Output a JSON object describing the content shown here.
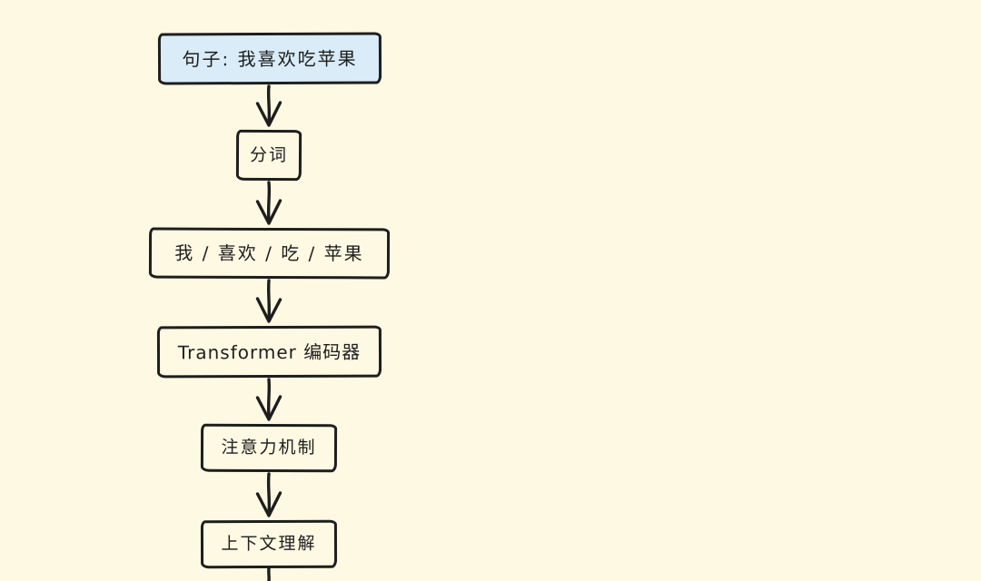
{
  "diagram": {
    "type": "flowchart",
    "style": "hand-drawn",
    "background_color": "#FDF9E3",
    "stroke_color": "#1E1E1E",
    "text_color": "#1E1E1E",
    "highlight_fill_color": "#D9ECF8",
    "nodes": [
      {
        "id": "sentence-input",
        "label": "句子: 我喜欢吃苹果",
        "fill": "#D9ECF8"
      },
      {
        "id": "tokenization",
        "label": "分词",
        "fill": "none"
      },
      {
        "id": "tokens",
        "label": "我 / 喜欢 / 吃 / 苹果",
        "fill": "none"
      },
      {
        "id": "transformer-encoder",
        "label": "Transformer 编码器",
        "fill": "none"
      },
      {
        "id": "attention-mechanism",
        "label": "注意力机制",
        "fill": "none"
      },
      {
        "id": "context-understanding",
        "label": "上下文理解",
        "fill": "none"
      }
    ],
    "edges": [
      {
        "from": "sentence-input",
        "to": "tokenization"
      },
      {
        "from": "tokens",
        "from_of": "tokenization",
        "to": "tokens"
      },
      {
        "from": "tokens",
        "to": "transformer-encoder"
      },
      {
        "from": "transformer-encoder",
        "to": "attention-mechanism"
      },
      {
        "from": "attention-mechanism",
        "to": "context-understanding"
      },
      {
        "from": "context-understanding",
        "to": "(continues past bottom edge)"
      }
    ]
  }
}
